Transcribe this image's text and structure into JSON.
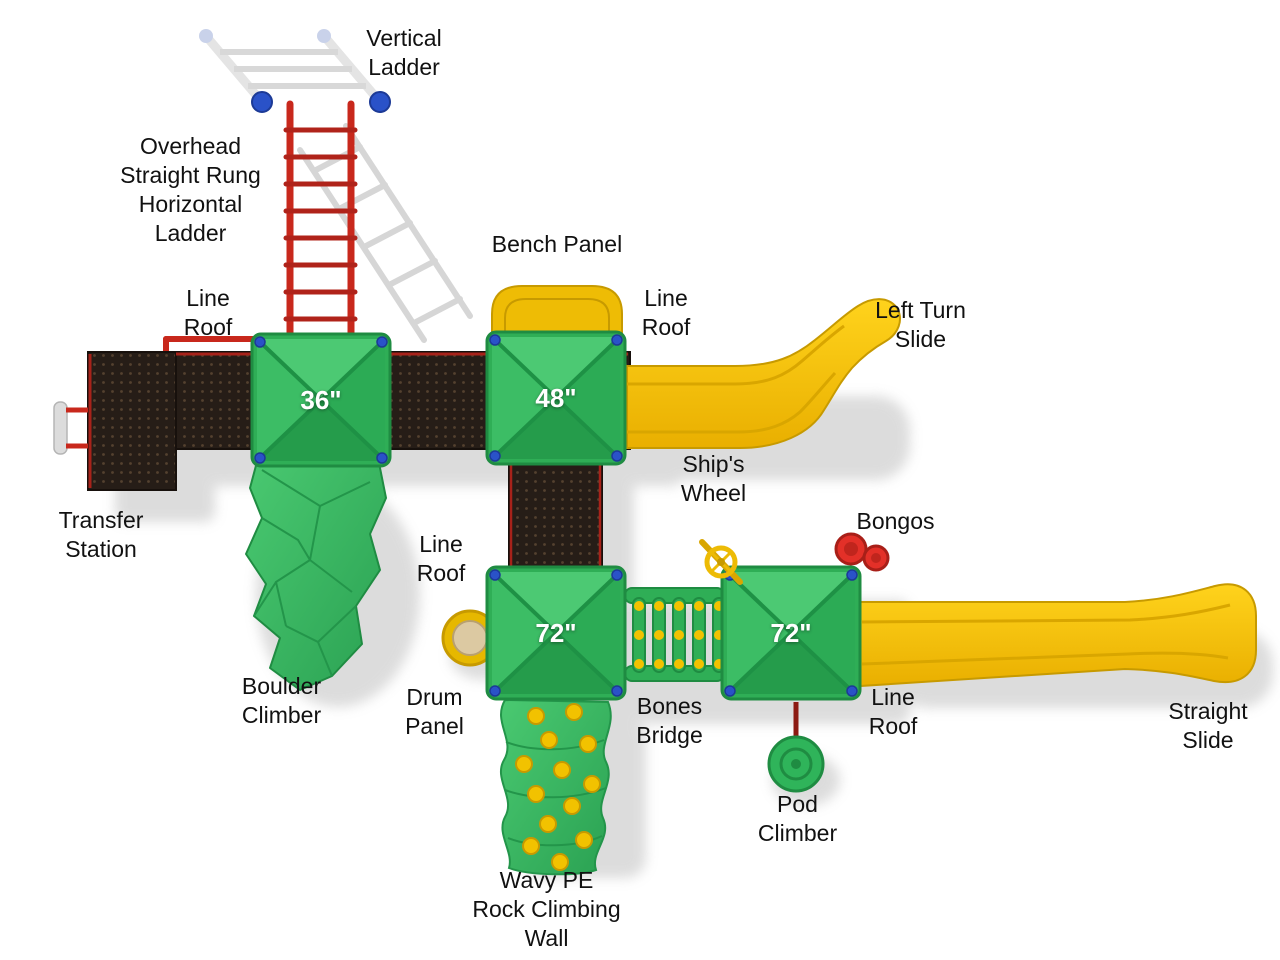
{
  "diagram": {
    "type": "playground-equipment-top-view",
    "colors": {
      "roof_green": "#2fae56",
      "slide_yellow": "#f2c200",
      "ladder_red": "#c8281c",
      "deck_brown": "#261d17",
      "connector_blue": "#2a52c8",
      "bongo_red": "#e33028"
    },
    "platforms": [
      {
        "id": "platform-36",
        "height_label": "36\""
      },
      {
        "id": "platform-48",
        "height_label": "48\""
      },
      {
        "id": "platform-72-left",
        "height_label": "72\""
      },
      {
        "id": "platform-72-right",
        "height_label": "72\""
      }
    ],
    "labels": {
      "vertical_ladder": "Vertical\nLadder",
      "overhead_ladder": "Overhead\nStraight Rung\nHorizontal\nLadder",
      "line_roof_top_left": "Line\nRoof",
      "bench_panel": "Bench Panel",
      "line_roof_top_right": "Line\nRoof",
      "left_turn_slide": "Left Turn\nSlide",
      "transfer_station": "Transfer\nStation",
      "ships_wheel": "Ship's\nWheel",
      "bongos": "Bongos",
      "line_roof_middle": "Line\nRoof",
      "boulder_climber": "Boulder\nClimber",
      "drum_panel": "Drum\nPanel",
      "bones_bridge": "Bones\nBridge",
      "line_roof_lower": "Line\nRoof",
      "pod_climber": "Pod\nClimber",
      "straight_slide": "Straight\nSlide",
      "wavy_wall": "Wavy PE\nRock Climbing\nWall"
    }
  }
}
